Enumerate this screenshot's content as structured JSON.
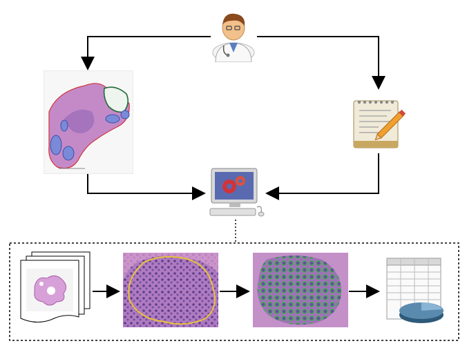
{
  "diagram": {
    "nodes": [
      {
        "id": "pathologist",
        "icon": "doctor-icon"
      },
      {
        "id": "annotated-slide",
        "icon": "whole-slide-image-annotated"
      },
      {
        "id": "clinical-report",
        "icon": "notepad-pencil-icon"
      },
      {
        "id": "workstation",
        "icon": "computer-gears-icon"
      }
    ],
    "pipeline": {
      "steps": [
        {
          "id": "slide-stack",
          "icon": "document-stack-icon"
        },
        {
          "id": "tissue-region",
          "icon": "histology-tile-yellow-outline"
        },
        {
          "id": "segmented-cells",
          "icon": "histology-tile-green-segmentation"
        },
        {
          "id": "result-table",
          "icon": "spreadsheet-pie-chart-icon"
        }
      ]
    },
    "colors": {
      "arrow": "#000000",
      "annotation_red": "#d0343a",
      "annotation_blue": "#3a4fa8",
      "annotation_green": "#1f6b3a",
      "region_outline": "#e8c23a",
      "segmentation": "#2fc43a",
      "tissue_pink": "#c48ac8",
      "tissue_purple": "#6a4fa0"
    }
  }
}
